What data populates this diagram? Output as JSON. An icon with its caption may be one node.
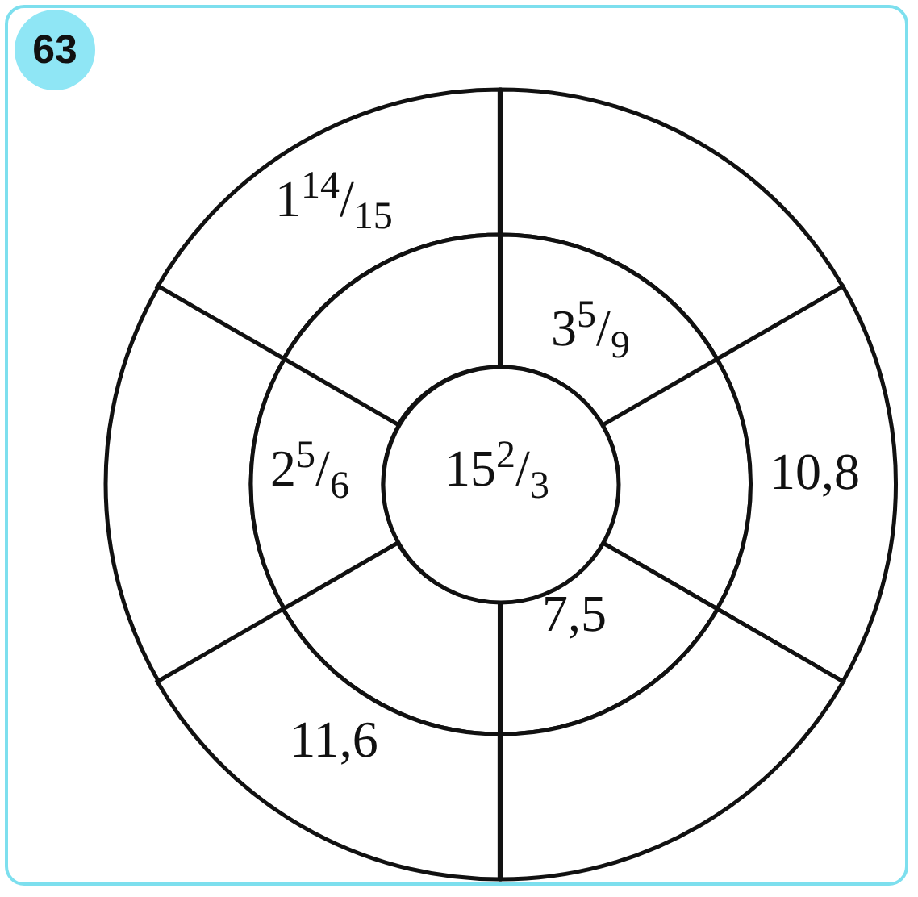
{
  "diagram": {
    "nodes": [
      {
        "text": [
          "1$^{14}$/$_{15}$"
        ]
      },
      {
        "text": [],
        "shape": "sector"
      },
      {
        "text": [],
        "shape": "sector"
      },
      {
        "text": [
          "3$^{5}$/$_{9}$"
        ]
      },
      {
        "text": [],
        "shape": "sector"
      },
      {
        "text": [
          "2$^{5}$/$_{6}$"
        ]
      },
      {
        "text": [
          "15$^{2}$/$_{3}$"
        ]
      },
      {
        "text": [],
        "shape": "sector"
      },
      {
        "text": [
          "10,8"
        ]
      },
      {
        "text": [],
        "shape": "sector"
      },
      {
        "text": [
          "7,5"
        ]
      },
      {
        "text": [
          "11,6"
        ]
      },
      {
        "text": [],
        "shape": "sector"
      }
    ],
    "labels": [
      "63"
    ]
  }
}
